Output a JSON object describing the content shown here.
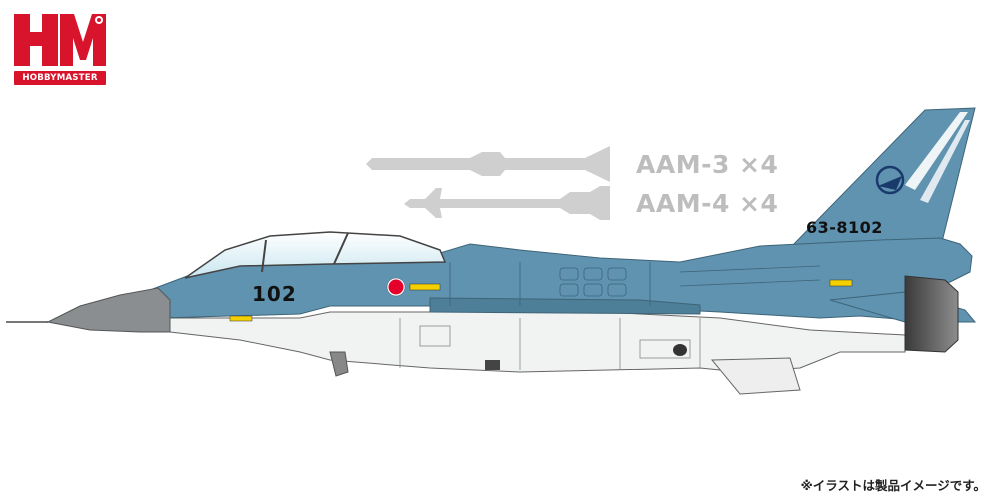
{
  "logo": {
    "letters": "HM",
    "brand": "HOBBYMASTER",
    "color": "#d7142b"
  },
  "missiles": [
    {
      "label": "AAM-3 ×4",
      "icon": "missile-icon"
    },
    {
      "label": "AAM-4 ×4",
      "icon": "missile-icon"
    }
  ],
  "aircraft": {
    "nose_number": "102",
    "tail_number": "63-8102",
    "camouflage_color": "#5f93b0",
    "belly_color": "#f1f2f2",
    "radome_color": "#8a8e90"
  },
  "caption": "※イラストは製品イメージです。"
}
